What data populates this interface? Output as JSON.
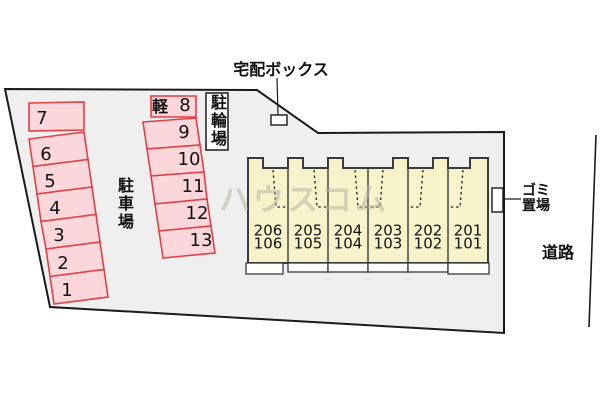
{
  "labels": {
    "delivery_box": "宅配ボックス",
    "bicycle_parking": "駐輪場",
    "parking_lot": "駐車場",
    "garbage_line1": "ゴミ",
    "garbage_line2": "置場",
    "road": "道路",
    "watermark": "ハウスコム",
    "kei": "軽"
  },
  "parking_spaces": {
    "kei_number": "8",
    "left_column": [
      "7",
      "6",
      "5",
      "4",
      "3",
      "2",
      "1"
    ],
    "middle_column": [
      "9",
      "10",
      "11",
      "12",
      "13"
    ]
  },
  "building": {
    "units": [
      {
        "upper": "206",
        "lower": "106"
      },
      {
        "upper": "205",
        "lower": "105"
      },
      {
        "upper": "204",
        "lower": "104"
      },
      {
        "upper": "203",
        "lower": "103"
      },
      {
        "upper": "202",
        "lower": "102"
      },
      {
        "upper": "201",
        "lower": "101"
      }
    ]
  },
  "colors": {
    "site_fill": "#EFEFEF",
    "outline": "#1A1A1A",
    "parking_fill": "#FBD6DB",
    "parking_stroke": "#E04045",
    "building_fill": "#F8F2CB"
  }
}
